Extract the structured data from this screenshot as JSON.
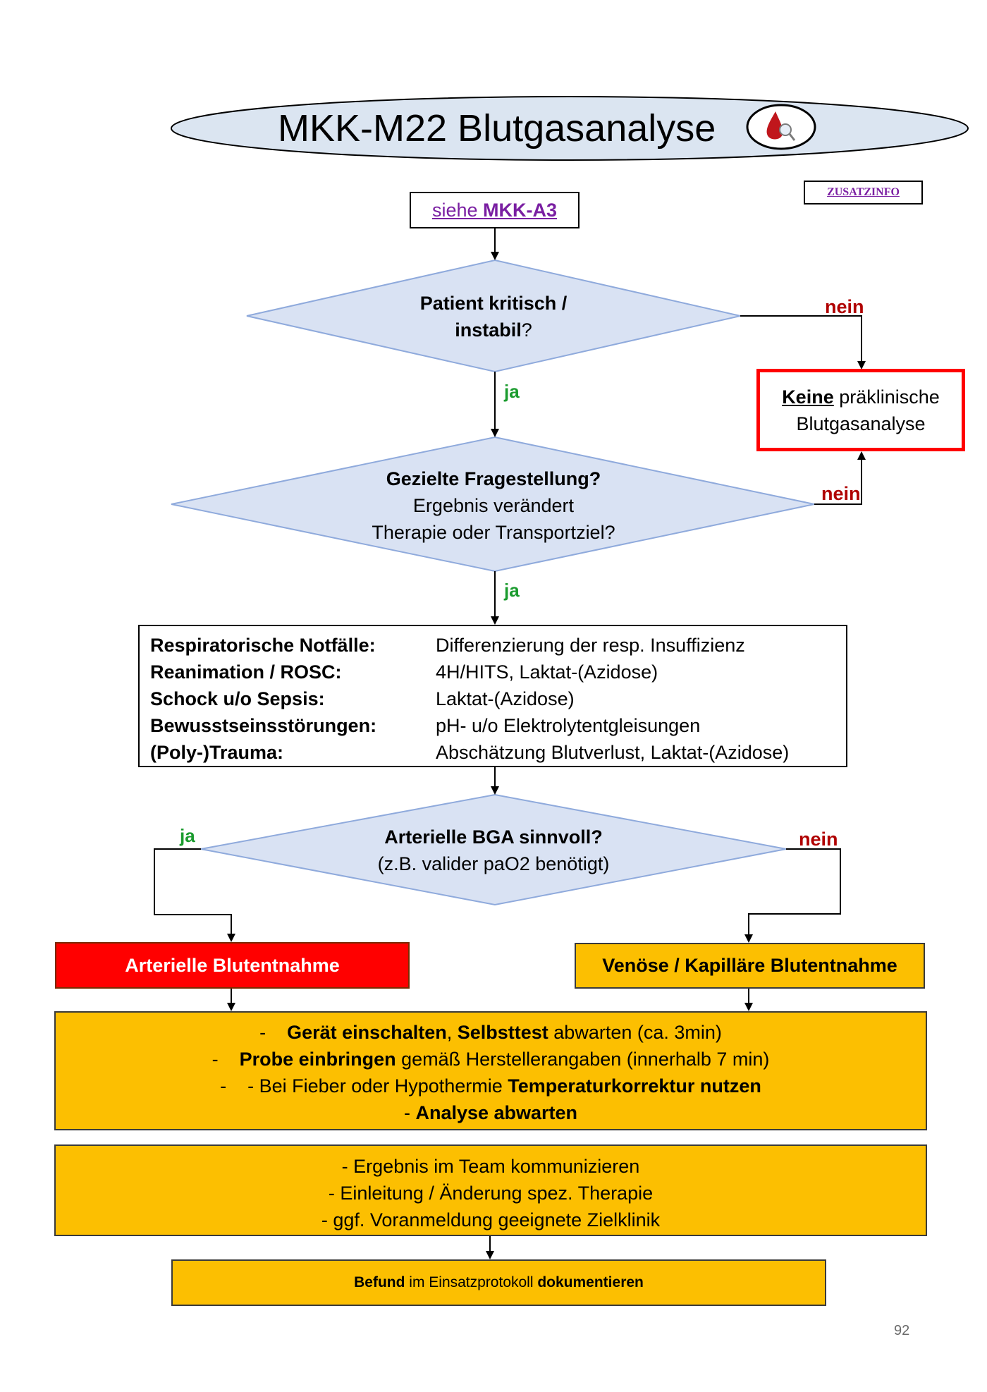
{
  "title": "MKK-M22 Blutgasanalyse",
  "zusatzinfo": "ZUSATZINFO",
  "ref": {
    "prefix": "siehe ",
    "link": "MKK-A3"
  },
  "decision1": {
    "line1": "Patient kritisch /",
    "line2_bold": "instabil",
    "line2_rest": "?"
  },
  "decision2": {
    "line1": "Gezielte Fragestellung?",
    "line2": "Ergebnis verändert",
    "line3": "Therapie oder Transportziel?"
  },
  "decision3": {
    "line1": "Arterielle BGA sinnvoll?",
    "line2": "(z.B. valider paO2 benötigt)"
  },
  "labels": {
    "ja": "ja",
    "nein": "nein"
  },
  "no_bga": {
    "bold": "Keine",
    "rest": " präklinische",
    "line2": "Blutgasanalyse"
  },
  "indications": [
    {
      "key": "Respiratorische Notfälle:",
      "value": "Differenzierung der resp. Insuffizienz"
    },
    {
      "key": "Reanimation / ROSC:",
      "value": "4H/HITS, Laktat-(Azidose)"
    },
    {
      "key": "Schock u/o Sepsis:",
      "value": "Laktat-(Azidose)"
    },
    {
      "key": "Bewusstseinsstörungen:",
      "value": "pH- u/o Elektrolytentgleisungen"
    },
    {
      "key": "(Poly-)Trauma:",
      "value": "Abschätzung Blutverlust, Laktat-(Azidose)"
    }
  ],
  "arterial": "Arterielle Blutentnahme",
  "venous": "Venöse / Kapilläre Blutentnahme",
  "procedure": {
    "l1_dash": "-",
    "l1_b1": "Gerät einschalten",
    "l1_sep": ", ",
    "l1_b2": "Selbsttest",
    "l1_rest": " abwarten (ca. 3min)",
    "l2_dash": "-",
    "l2_b": "Probe einbringen",
    "l2_rest": " gemäß Herstellerangaben  (innerhalb 7 min)",
    "l3_dash": "-",
    "l3_pre": "- Bei Fieber oder Hypothermie ",
    "l3_b": "Temperaturkorrektur nutzen",
    "l4_pre": "- ",
    "l4_b": "Analyse abwarten"
  },
  "results": [
    "- Ergebnis im Team kommunizieren",
    "- Einleitung / Änderung spez. Therapie",
    "- ggf. Voranmeldung geeignete Zielklinik"
  ],
  "document": {
    "b1": "Befund",
    "mid": " im Einsatzprotokoll ",
    "b2": "dokumentieren"
  },
  "page_number": "92",
  "colors": {
    "diamond_fill": "#d9e2f3",
    "diamond_stroke": "#8faadc",
    "orange": "#fcbf01",
    "red": "#ff0000",
    "ja": "#1a9b2e",
    "nein": "#b00000",
    "link": "#7a1fa2"
  }
}
